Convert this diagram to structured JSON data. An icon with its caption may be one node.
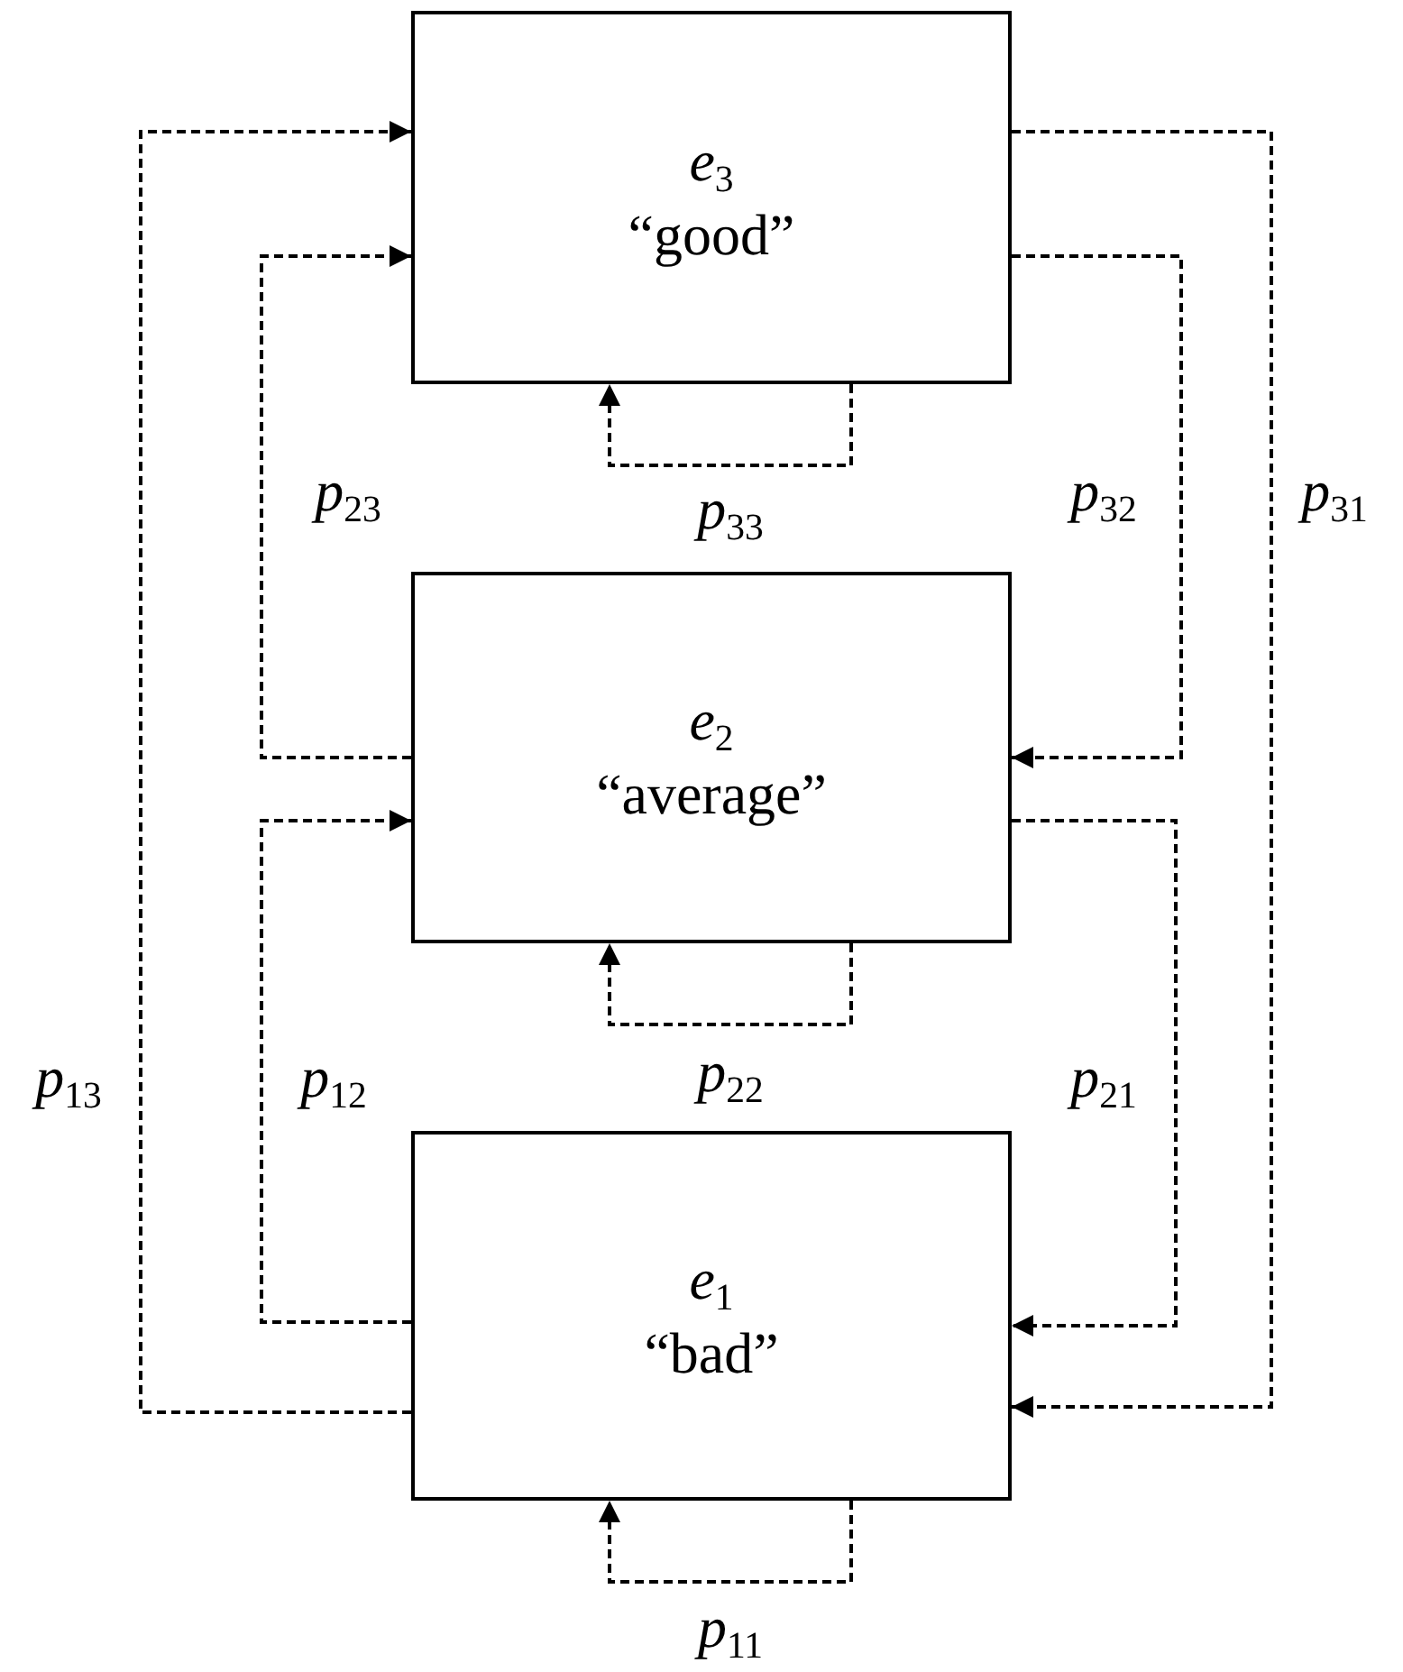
{
  "diagram": {
    "nodes": [
      {
        "text": [
          "*e*$_{3}$",
          "“good”"
        ]
      },
      {
        "text": [
          "*e*$_{2}$",
          "“average”"
        ]
      },
      {
        "text": [
          "*e*$_{1}$",
          "“bad”"
        ]
      }
    ],
    "edges": [
      {
        "from": 2,
        "to": 0,
        "arrow": "to",
        "label": "*p*$_{13}$",
        "style": "dashed"
      },
      {
        "from": 1,
        "to": 0,
        "arrow": "to",
        "label": "*p*$_{23}$",
        "style": "dashed"
      },
      {
        "from": 0,
        "to": 0,
        "arrow": "to",
        "label": "*p*$_{33}$",
        "style": "dashed"
      },
      {
        "from": 0,
        "to": 1,
        "arrow": "to",
        "label": "*p*$_{32}$",
        "style": "dashed"
      },
      {
        "from": 0,
        "to": 2,
        "arrow": "to",
        "label": "*p*$_{31}$",
        "style": "dashed"
      },
      {
        "from": 2,
        "to": 1,
        "arrow": "to",
        "label": "*p*$_{12}$",
        "style": "dashed"
      },
      {
        "from": 1,
        "to": 1,
        "arrow": "to",
        "label": "*p*$_{22}$",
        "style": "dashed"
      },
      {
        "from": 1,
        "to": 2,
        "arrow": "to",
        "label": "*p*$_{21}$",
        "style": "dashed"
      },
      {
        "from": 2,
        "to": 2,
        "arrow": "to",
        "label": "*p*$_{11}$",
        "style": "dashed"
      }
    ]
  }
}
